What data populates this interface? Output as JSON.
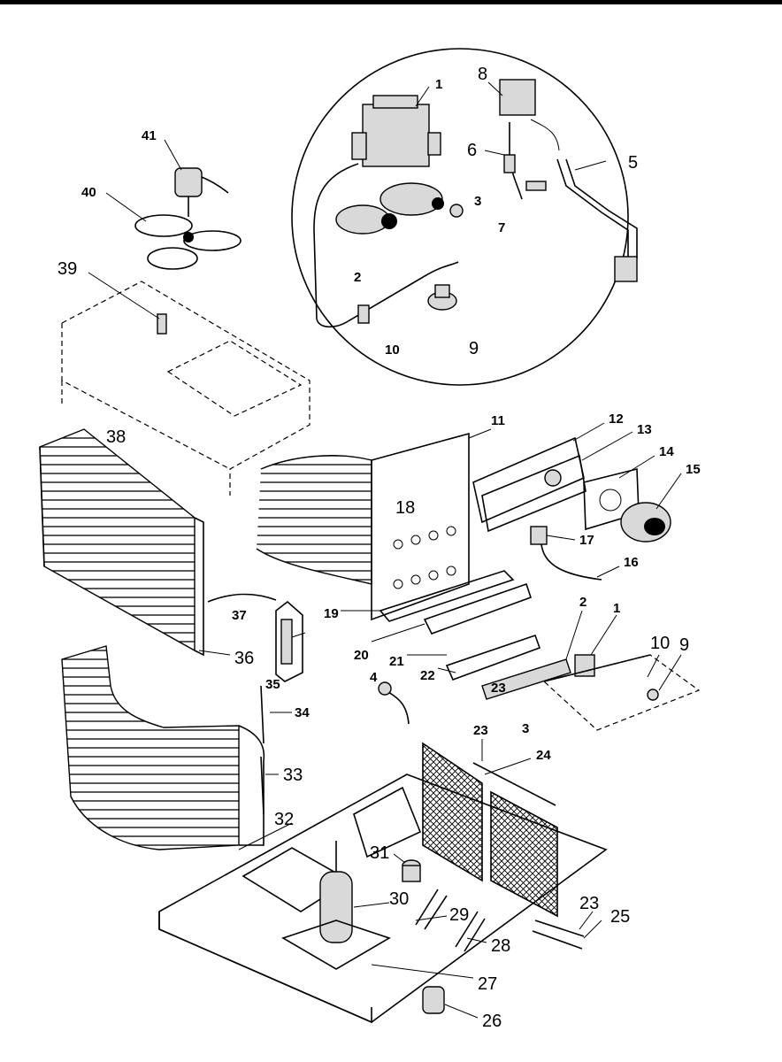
{
  "header_strip": "",
  "callouts": [
    {
      "id": "c1a",
      "text": "1"
    },
    {
      "id": "c2a",
      "text": "2"
    },
    {
      "id": "c3a",
      "text": "3"
    },
    {
      "id": "c5",
      "text": "5"
    },
    {
      "id": "c6",
      "text": "6"
    },
    {
      "id": "c7",
      "text": "7"
    },
    {
      "id": "c8",
      "text": "8"
    },
    {
      "id": "c9a",
      "text": "9"
    },
    {
      "id": "c10a",
      "text": "10"
    },
    {
      "id": "c11",
      "text": "11"
    },
    {
      "id": "c12",
      "text": "12"
    },
    {
      "id": "c13",
      "text": "13"
    },
    {
      "id": "c14",
      "text": "14"
    },
    {
      "id": "c15",
      "text": "15"
    },
    {
      "id": "c16",
      "text": "16"
    },
    {
      "id": "c17",
      "text": "17"
    },
    {
      "id": "c18",
      "text": "18"
    },
    {
      "id": "c19",
      "text": "19"
    },
    {
      "id": "c20",
      "text": "20"
    },
    {
      "id": "c21",
      "text": "21"
    },
    {
      "id": "c22",
      "text": "22"
    },
    {
      "id": "c23a",
      "text": "23"
    },
    {
      "id": "c2b",
      "text": "2"
    },
    {
      "id": "c1b",
      "text": "1"
    },
    {
      "id": "c10b",
      "text": "10"
    },
    {
      "id": "c9b",
      "text": "9"
    },
    {
      "id": "c3b",
      "text": "3"
    },
    {
      "id": "c4",
      "text": "4"
    },
    {
      "id": "c23b",
      "text": "23"
    },
    {
      "id": "c24",
      "text": "24"
    },
    {
      "id": "c23c",
      "text": "23"
    },
    {
      "id": "c25",
      "text": "25"
    },
    {
      "id": "c26",
      "text": "26"
    },
    {
      "id": "c27",
      "text": "27"
    },
    {
      "id": "c28",
      "text": "28"
    },
    {
      "id": "c29",
      "text": "29"
    },
    {
      "id": "c30",
      "text": "30"
    },
    {
      "id": "c31",
      "text": "31"
    },
    {
      "id": "c32",
      "text": "32"
    },
    {
      "id": "c33",
      "text": "33"
    },
    {
      "id": "c34",
      "text": "34"
    },
    {
      "id": "c35",
      "text": "35"
    },
    {
      "id": "c36",
      "text": "36"
    },
    {
      "id": "c37",
      "text": "37"
    },
    {
      "id": "c38",
      "text": "38"
    },
    {
      "id": "c39",
      "text": "39"
    },
    {
      "id": "c40",
      "text": "40"
    },
    {
      "id": "c41",
      "text": "41"
    }
  ]
}
